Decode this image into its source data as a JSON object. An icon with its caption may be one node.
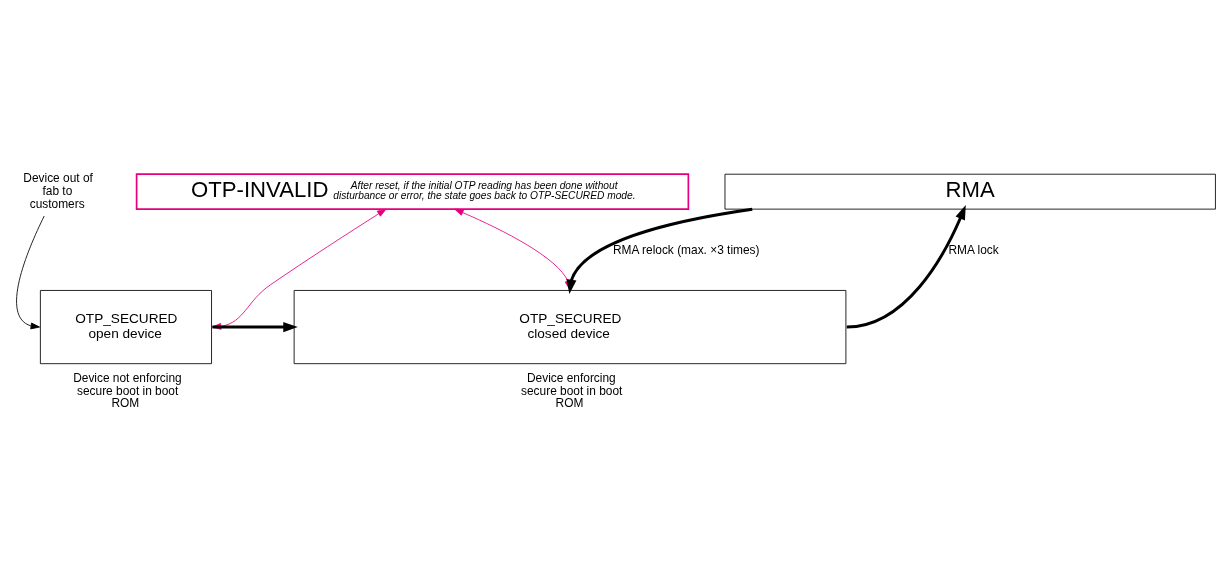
{
  "diagram": {
    "nodes": [
      {
        "text": [
          "OTP-INVALID",
          "After reset, if the initial OTP reading has been done without disturbance or error, the state goes back to OTP-SECURED mode."
        ]
      },
      {
        "text": [
          "Device out of fab to customers"
        ]
      },
      {
        "text": [
          "RMA"
        ]
      },
      {
        "text": [
          "OTP_SECURED open device"
        ],
        "beside": [
          "Device not enforcing secure boot in boot ROM"
        ]
      },
      {
        "text": [
          "OTP_SECURED closed device"
        ],
        "beside": [
          "Device enforcing secure boot in boot ROM"
        ]
      }
    ],
    "edges": [
      {
        "from": 1,
        "to": 3,
        "arrow": "to"
      },
      {
        "from": 0,
        "to": 3,
        "arrow": "both",
        "color": "#e6007e"
      },
      {
        "from": 0,
        "to": 4,
        "arrow": "both",
        "color": "#e6007e"
      },
      {
        "from": 3,
        "to": 4,
        "arrow": "to",
        "style": "thick"
      },
      {
        "from": 4,
        "to": 2,
        "arrow": "to",
        "style": "thick",
        "label": "RMA lock"
      },
      {
        "from": 2,
        "to": 4,
        "arrow": "to",
        "style": "thick",
        "label": "RMA relock (max. ×3 times)"
      }
    ]
  }
}
